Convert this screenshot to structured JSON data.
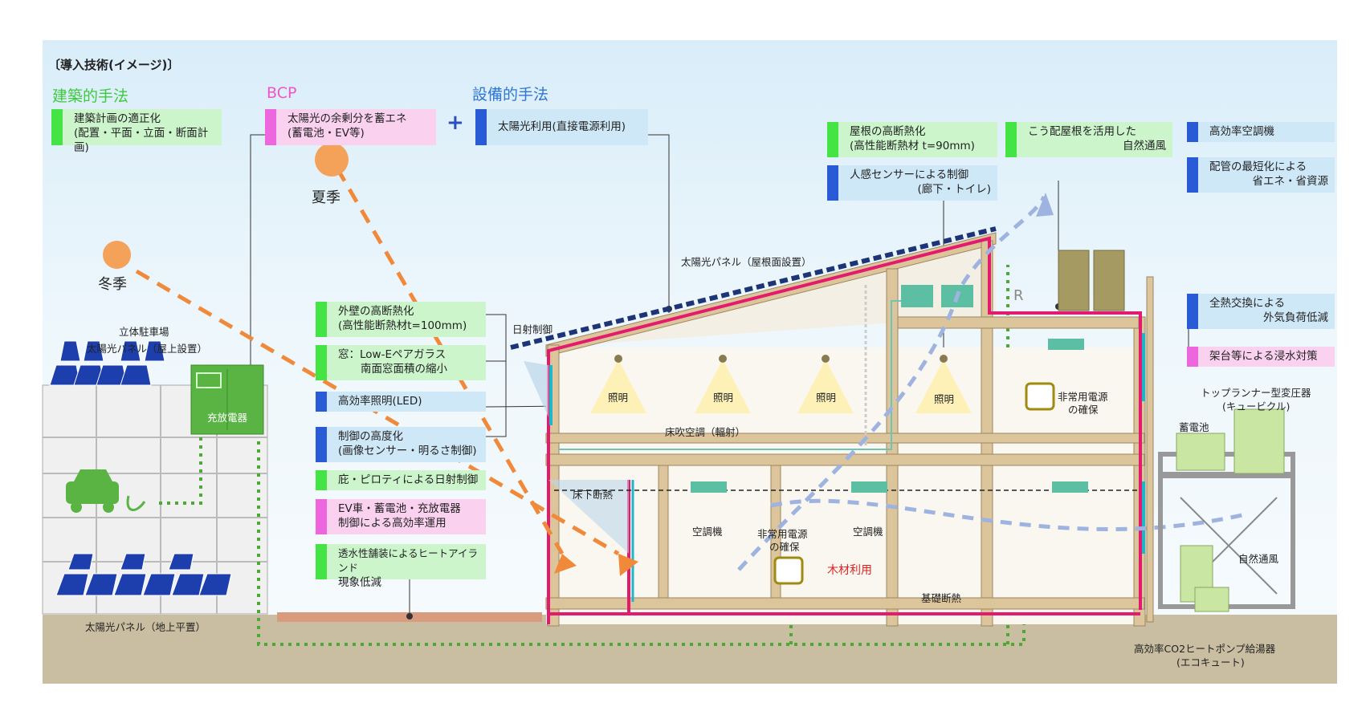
{
  "title": "〔導入技術(イメージ)〕",
  "categories": {
    "architectural": "建築的手法",
    "bcp": "BCP",
    "equipment": "設備的手法",
    "plus": "+"
  },
  "colors": {
    "green": "#44e444",
    "blue": "#2a5bd7",
    "pink": "#ee66dd",
    "sun": "#f4a15a",
    "frame": "#e21b6f",
    "wood": "#dcc59a"
  },
  "top_boxes": {
    "arch_1_l1": "建築計画の適正化",
    "arch_1_l2": "(配置・平面・立面・断面計画)",
    "bcp_1_l1": "太陽光の余剰分を蓄エネ",
    "bcp_1_l2": "(蓄電池・EV等)",
    "equip_1": "太陽光利用(直接電源利用)"
  },
  "right_boxes": {
    "roof_ins_l1": "屋根の高断熱化",
    "roof_ins_l2": "(高性能断熱材 t=90mm)",
    "vent_l1": "こう配屋根を活用した",
    "vent_l2": "自然通風",
    "hvac": "高効率空調機",
    "sensor_l1": "人感センサーによる制御",
    "sensor_l2": "(廊下・トイレ)",
    "pipe_l1": "配管の最短化による",
    "pipe_l2": "省エネ・省資源",
    "heatex_l1": "全熱交換による",
    "heatex_l2": "外気負荷低減",
    "flood": "架台等による浸水対策"
  },
  "mid_boxes": {
    "wall_l1": "外壁の高断熱化",
    "wall_l2": "(高性能断熱材t=100mm)",
    "window_l1": "窓：Low-Eペアガラス",
    "window_l2": "南面窓面積の縮小",
    "led": "高効率照明(LED)",
    "control_l1": "制御の高度化",
    "control_l2": "(画像センサー・明るさ制御)",
    "eaves": "庇・ピロティによる日射制御",
    "ev_l1": "EV車・蓄電池・充放電器",
    "ev_l2": "制御による高効率運用",
    "paving_l1": "透水性舗装によるヒートアイランド",
    "paving_l2": "現象低減"
  },
  "labels": {
    "summer": "夏季",
    "winter": "冬季",
    "parking_l1": "立体駐車場",
    "parking_l2": "太陽光パネル（屋上設置）",
    "charger": "充放電器",
    "ground_pv": "太陽光パネル（地上平置）",
    "roof_pv": "太陽光パネル（屋根面設置）",
    "shading": "日射制御",
    "light": "照明",
    "floor_ac": "床吹空調（輻射）",
    "underfloor": "床下断熱",
    "ac": "空調機",
    "emergency_l1": "非常用電源",
    "emergency_l2": "の確保",
    "wood": "木材利用",
    "foundation": "基礎断熱",
    "r": "R",
    "toprunner_l1": "トップランナー型変圧器",
    "toprunner_l2": "(キュービクル)",
    "battery": "蓄電池",
    "natural_vent": "自然通風",
    "ecocute_l1": "高効率CO2ヒートポンプ給湯器",
    "ecocute_l2": "(エコキュート)"
  }
}
